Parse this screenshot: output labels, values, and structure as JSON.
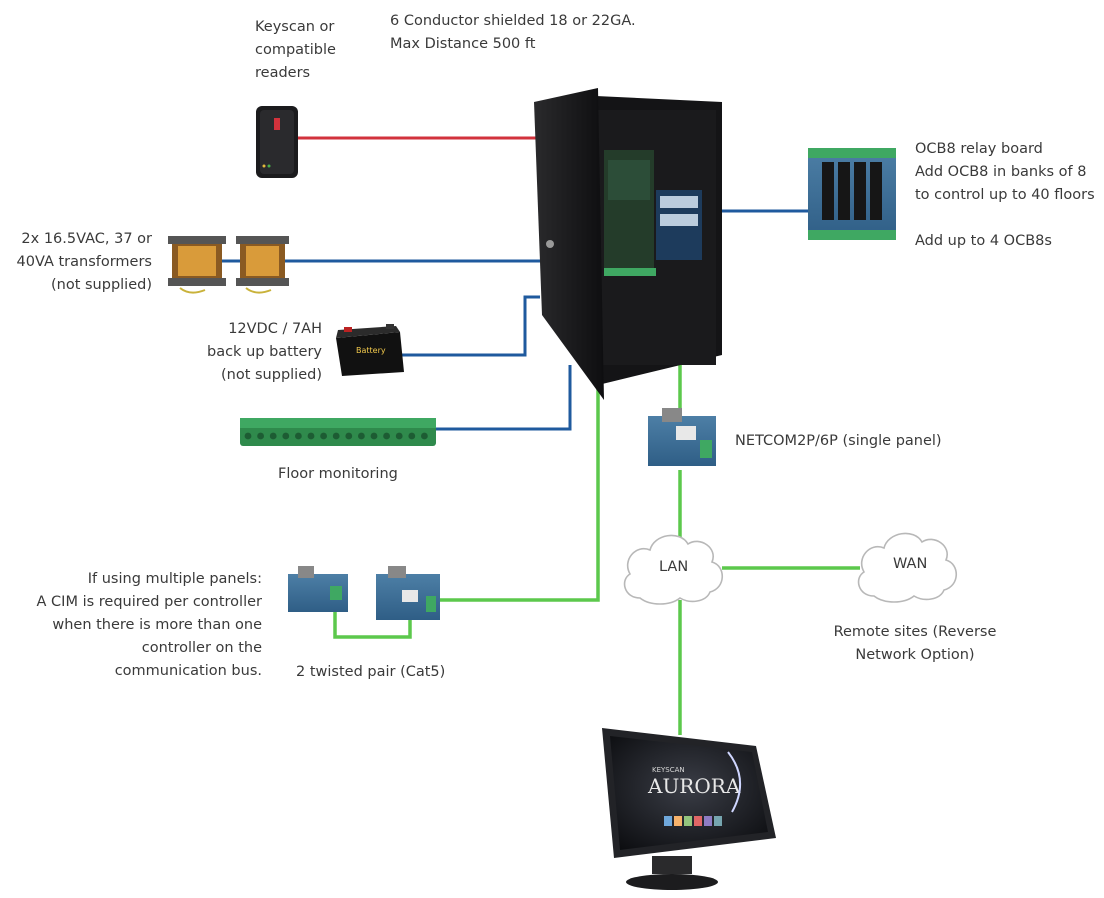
{
  "labels": {
    "readers": "Keyscan or\ncompatible\nreaders",
    "cable": "6 Conductor shielded 18 or 22GA.\nMax Distance 500 ft",
    "transformers": "2x 16.5VAC, 37 or\n40VA transformers\n(not supplied)",
    "battery": "12VDC / 7AH\nback up battery\n(not supplied)",
    "floor_monitoring": "Floor monitoring",
    "ocb8": "OCB8 relay board\nAdd OCB8 in banks of 8\nto control up to 40 floors",
    "ocb8_max": "Add up to 4 OCB8s",
    "netcom": "NETCOM2P/6P (single panel)",
    "lan": "LAN",
    "wan": "WAN",
    "remote_sites": "Remote sites (Reverse\nNetwork Option)",
    "multi_panel": "If using multiple panels:\nA CIM is required per controller\nwhen there is more than one\ncontroller on the\ncommunication bus.",
    "twisted_pair": "2 twisted pair (Cat5)",
    "battery_case_text": "Battery",
    "monitor_brand_small": "KEYSCAN",
    "monitor_brand": "AURORA"
  },
  "colors": {
    "reader_wire": "#d2323c",
    "power_wire": "#1f5a9e",
    "network_wire": "#5cc84c",
    "text": "#3a3a3a"
  },
  "icons": [
    "card-reader-icon",
    "transformer-icon",
    "battery-icon",
    "terminal-strip-icon",
    "controller-cabinet-icon",
    "relay-board-icon",
    "netcom-board-icon",
    "cim-board-icon",
    "lan-cloud-icon",
    "wan-cloud-icon",
    "monitor-icon"
  ]
}
